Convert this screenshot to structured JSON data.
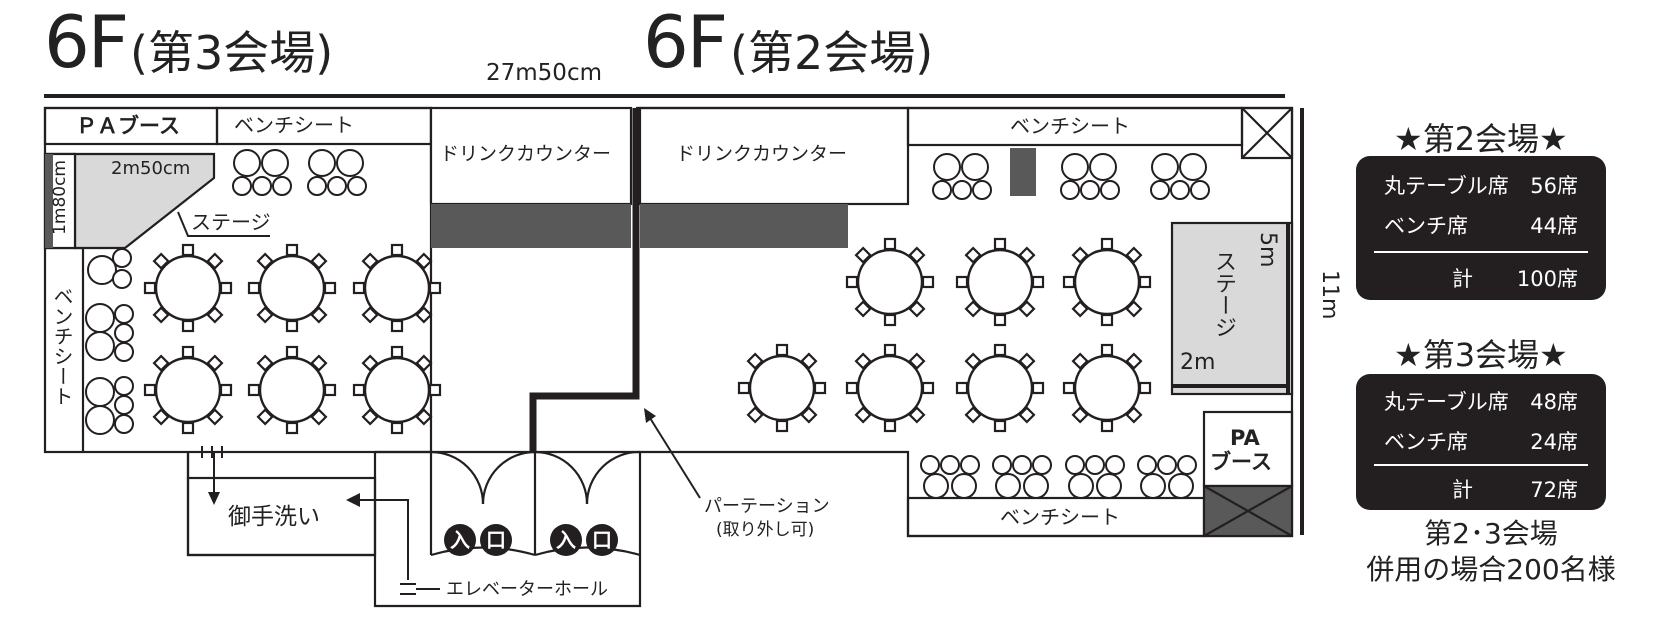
{
  "titles": {
    "hall3_floor": "6F",
    "hall3_name": "(第3会場)",
    "hall2_floor": "6F",
    "hall2_name": "(第2会場)",
    "width_dim": "27m50cm",
    "height_dim": "11m"
  },
  "labels": {
    "pa_booth_left": "ＰＡブース",
    "bench_top_left": "ベンチシート",
    "drink_left": "ドリンクカウンター",
    "drink_right": "ドリンクカウンター",
    "bench_top_right": "ベンチシート",
    "stage_left_width": "2m50cm",
    "stage_left_depth": "1m80cm",
    "stage_left": "ステージ",
    "bench_left_vertical": "ベンチシート",
    "stage_right": "ステージ",
    "stage_right_len": "5m",
    "stage_right_width": "2m",
    "pa_booth_right_1": "PA",
    "pa_booth_right_2": "ブース",
    "bench_bottom_right": "ベンチシート",
    "restroom": "御手洗い",
    "entrance_1": "入",
    "entrance_2": "口",
    "entrance_3": "入",
    "entrance_4": "口",
    "elevator_hall": "エレベーターホール",
    "partition_1": "パーテーション",
    "partition_2": "(取り外し可)"
  },
  "panel_hall2": {
    "title": "★第2会場★",
    "rows": [
      {
        "k": "丸テーブル席",
        "v": "56席"
      },
      {
        "k": "ベンチ席",
        "v": "44席"
      }
    ],
    "total_k": "計",
    "total_v": "100席"
  },
  "panel_hall3": {
    "title": "★第3会場★",
    "rows": [
      {
        "k": "丸テーブル席",
        "v": "48席"
      },
      {
        "k": "ベンチ席",
        "v": "24席"
      }
    ],
    "total_k": "計",
    "total_v": "72席"
  },
  "combined_note_1": "第2･3会場",
  "combined_note_2": "併用の場合200名様",
  "colors": {
    "ink": "#231f20",
    "stage_fill": "#d9d9d9",
    "counter_fill": "#595959"
  }
}
